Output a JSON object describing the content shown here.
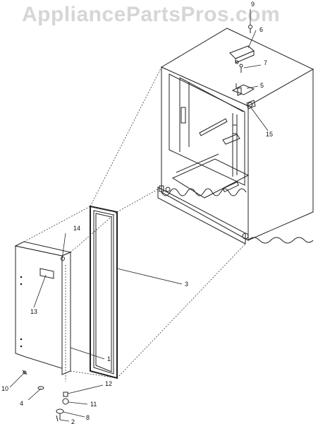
{
  "watermark": "AppliancePartsPros.com",
  "callouts": {
    "n1": "1",
    "n2": "2",
    "n3": "3",
    "n4": "4",
    "n5": "5",
    "n6": "6",
    "n7": "7",
    "n8": "8",
    "n9": "9",
    "n10": "10",
    "n11": "11",
    "n12": "12",
    "n13": "13",
    "n14": "14",
    "n15": "15"
  },
  "colors": {
    "line": "#222222",
    "watermark": "#d6d6d6"
  }
}
